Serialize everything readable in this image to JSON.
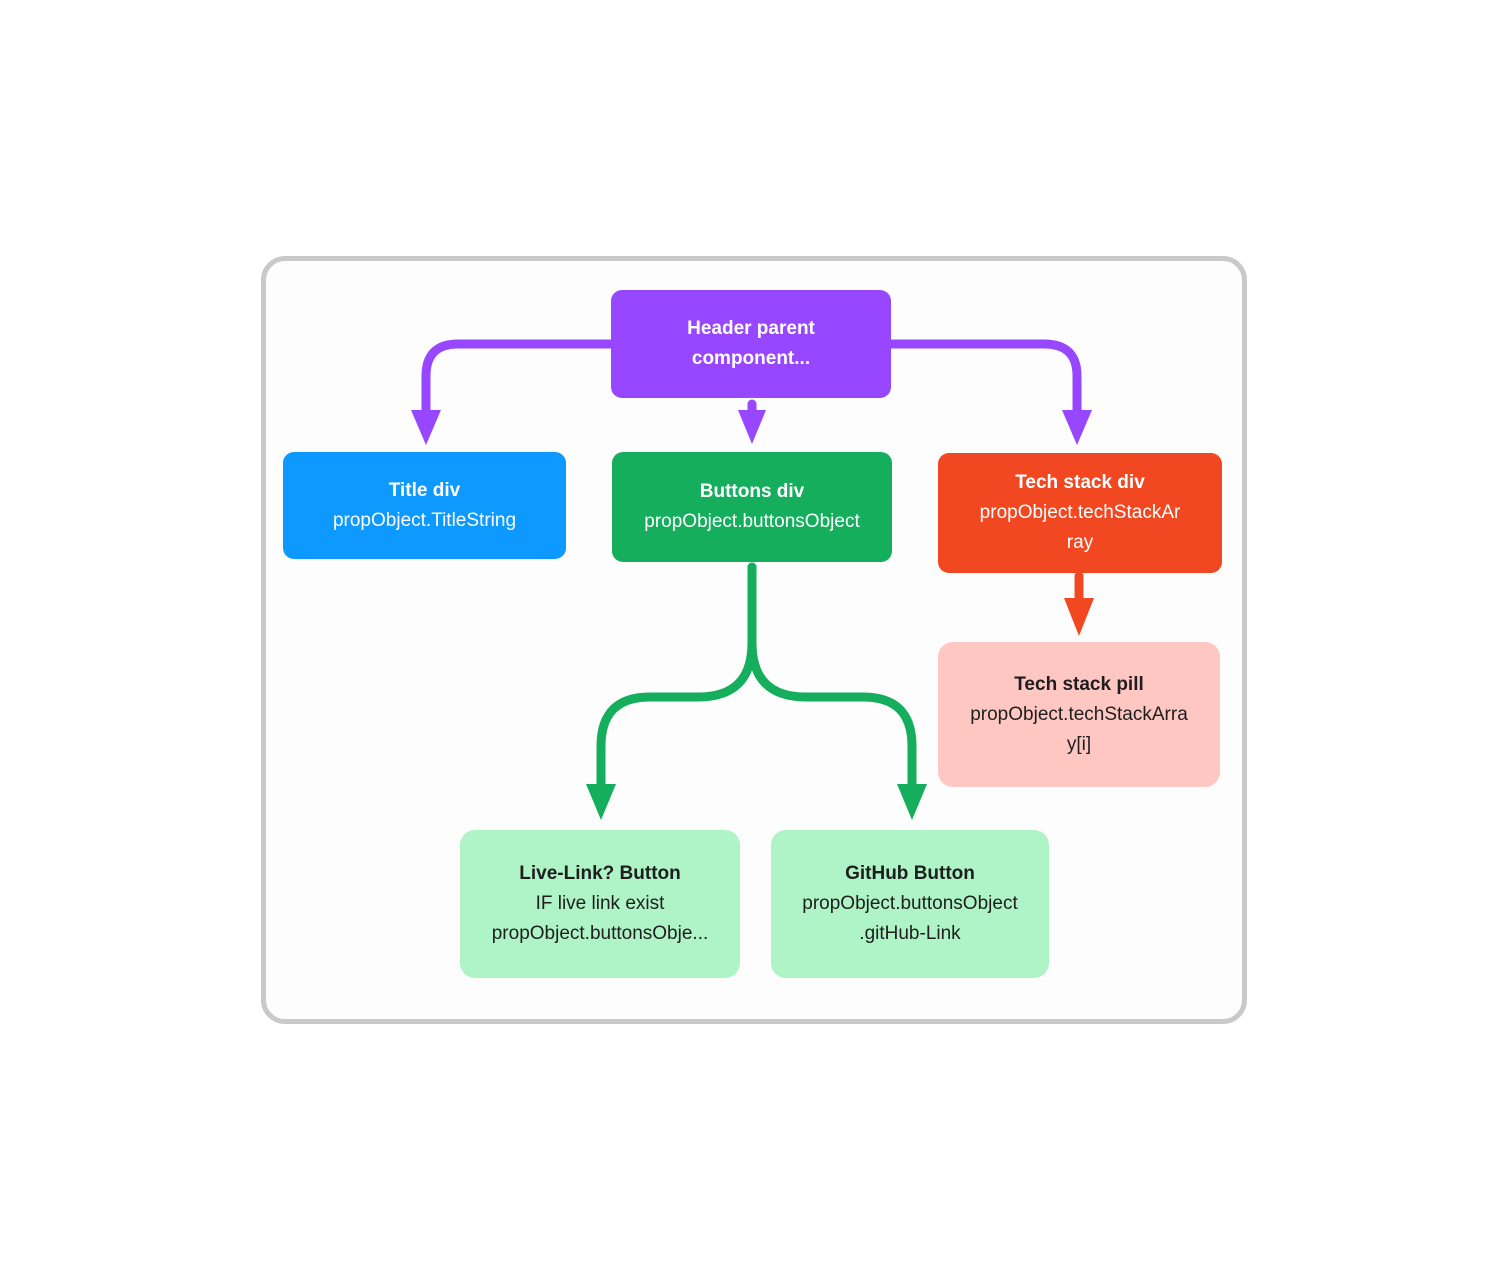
{
  "colors": {
    "purple": "#9747ff",
    "blue": "#0d99ff",
    "green": "#14ae5c",
    "red": "#f24822",
    "pink": "#ffc7c2",
    "light-green": "#aff4c6",
    "frame-border": "#c9c9c9",
    "canvas-bg": "#ffffff",
    "dark-text": "#1e1e1e",
    "light-text": "#ffffff"
  },
  "nodes": {
    "header": {
      "title": "Header parent\ncomponent..."
    },
    "title_div": {
      "title": "Title div",
      "subtitle": "propObject.TitleString"
    },
    "buttons_div": {
      "title": "Buttons div",
      "subtitle": "propObject.buttonsObject"
    },
    "tech_stack_div": {
      "title": "Tech stack div",
      "subtitle": "propObject.techStackAr\nray"
    },
    "tech_stack_pill": {
      "title": "Tech stack pill",
      "subtitle": "propObject.techStackArra\ny[i]"
    },
    "live_link_button": {
      "title": "Live-Link? Button",
      "subtitle": "IF live link exist\npropObject.buttonsObje..."
    },
    "github_button": {
      "title": "GitHub Button",
      "subtitle": "propObject.buttonsObject\n.gitHub-Link"
    }
  }
}
